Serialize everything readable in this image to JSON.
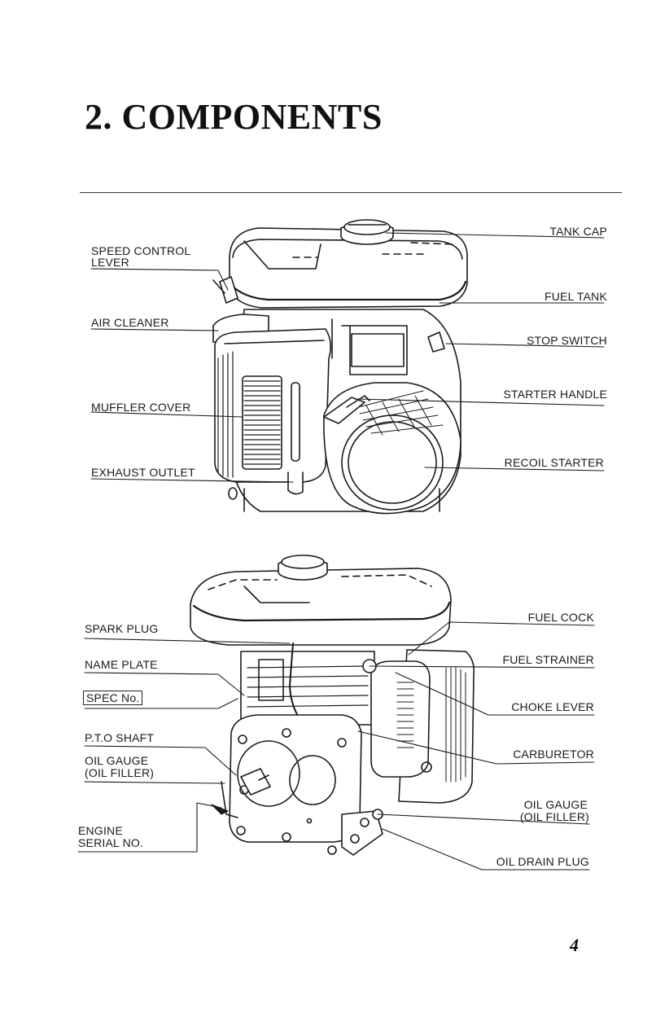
{
  "heading": {
    "title": "2. COMPONENTS"
  },
  "figure_top": {
    "labels_left": {
      "speed_control_lever_1": "SPEED CONTROL",
      "speed_control_lever_2": "LEVER",
      "air_cleaner": "AIR CLEANER",
      "muffler_cover": "MUFFLER COVER",
      "exhaust_outlet": "EXHAUST OUTLET"
    },
    "labels_right": {
      "tank_cap": "TANK CAP",
      "fuel_tank": "FUEL TANK",
      "stop_switch": "STOP SWITCH",
      "starter_handle": "STARTER HANDLE",
      "recoil_starter": "RECOIL STARTER"
    }
  },
  "figure_bottom": {
    "labels_left": {
      "spark_plug": "SPARK PLUG",
      "name_plate": "NAME PLATE",
      "spec_no": "SPEC No.",
      "pto_shaft": "P.T.O SHAFT",
      "oil_gauge_1": "OIL GAUGE",
      "oil_gauge_2": "(OIL FILLER)",
      "engine_serial_1": "ENGINE",
      "engine_serial_2": "SERIAL NO."
    },
    "labels_right": {
      "fuel_cock": "FUEL COCK",
      "fuel_strainer": "FUEL STRAINER",
      "choke_lever": "CHOKE LEVER",
      "carburetor": "CARBURETOR",
      "oil_gauge_1": "OIL GAUGE",
      "oil_gauge_2": "(OIL FILLER)",
      "oil_drain_plug": "OIL DRAIN PLUG"
    }
  },
  "footer": {
    "page_number": "4"
  }
}
